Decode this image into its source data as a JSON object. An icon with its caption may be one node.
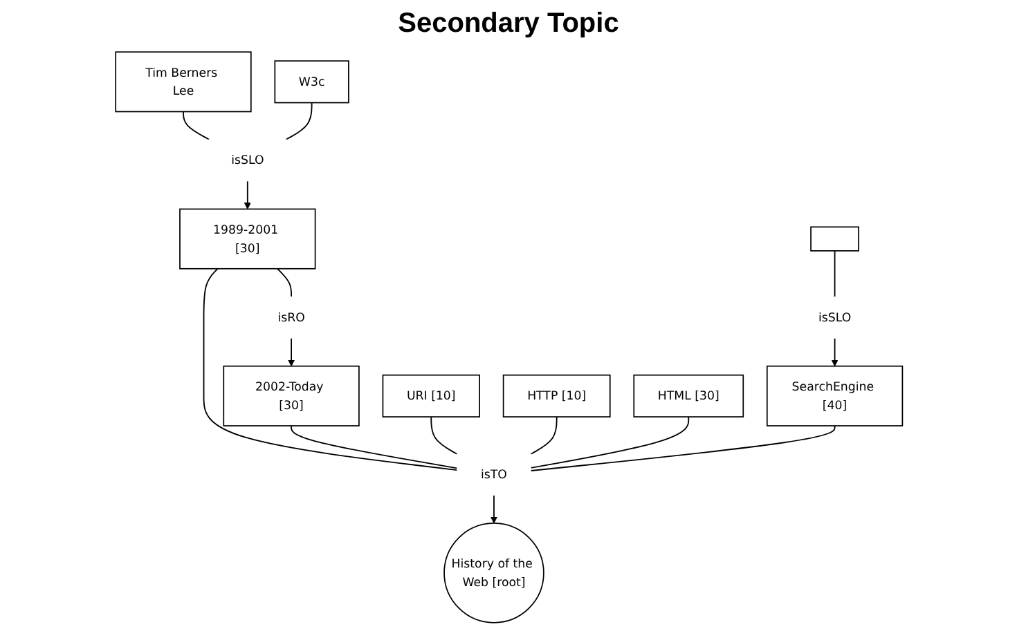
{
  "diagram": {
    "title": "Secondary Topic",
    "nodes": [
      {
        "text": [
          "Tim Berners Lee"
        ]
      },
      {
        "text": [
          "W3c"
        ]
      },
      {
        "text": [
          "isSLO"
        ]
      },
      {
        "text": [
          "History of the Web [root]"
        ]
      },
      {
        "text": [
          "1989-2001 [30]"
        ]
      },
      {
        "text": [
          "isTO"
        ]
      },
      {
        "text": [
          "SearchEngine [40]"
        ]
      },
      {
        "text": [
          "isRO"
        ]
      },
      {
        "text": [
          "isSLO"
        ]
      },
      {
        "text": [
          "2002-Today [30]"
        ]
      },
      {
        "text": [
          "URI [10]"
        ]
      },
      {
        "text": [
          "HTTP [10]"
        ]
      },
      {
        "text": [
          "HTML [30]"
        ]
      },
      {
        "text": [],
        "shape": "box"
      }
    ],
    "edges": [
      {
        "from": 0,
        "to": 2,
        "arrow": "none"
      },
      {
        "from": 1,
        "to": 2,
        "arrow": "none"
      },
      {
        "from": 2,
        "to": 4,
        "arrow": "to"
      },
      {
        "from": 4,
        "to": 5,
        "arrow": "none"
      },
      {
        "from": 6,
        "to": 5,
        "arrow": "none"
      },
      {
        "from": 9,
        "to": 5,
        "arrow": "none"
      },
      {
        "from": 10,
        "to": 5,
        "arrow": "none"
      },
      {
        "from": 11,
        "to": 5,
        "arrow": "none"
      },
      {
        "from": 12,
        "to": 5,
        "arrow": "none"
      },
      {
        "from": 5,
        "to": 3,
        "arrow": "to"
      },
      {
        "from": 4,
        "to": 7,
        "arrow": "none"
      },
      {
        "from": 7,
        "to": 9,
        "arrow": "to"
      },
      {
        "from": 13,
        "to": 8,
        "arrow": "none"
      },
      {
        "from": 8,
        "to": 6,
        "arrow": "to"
      }
    ]
  }
}
